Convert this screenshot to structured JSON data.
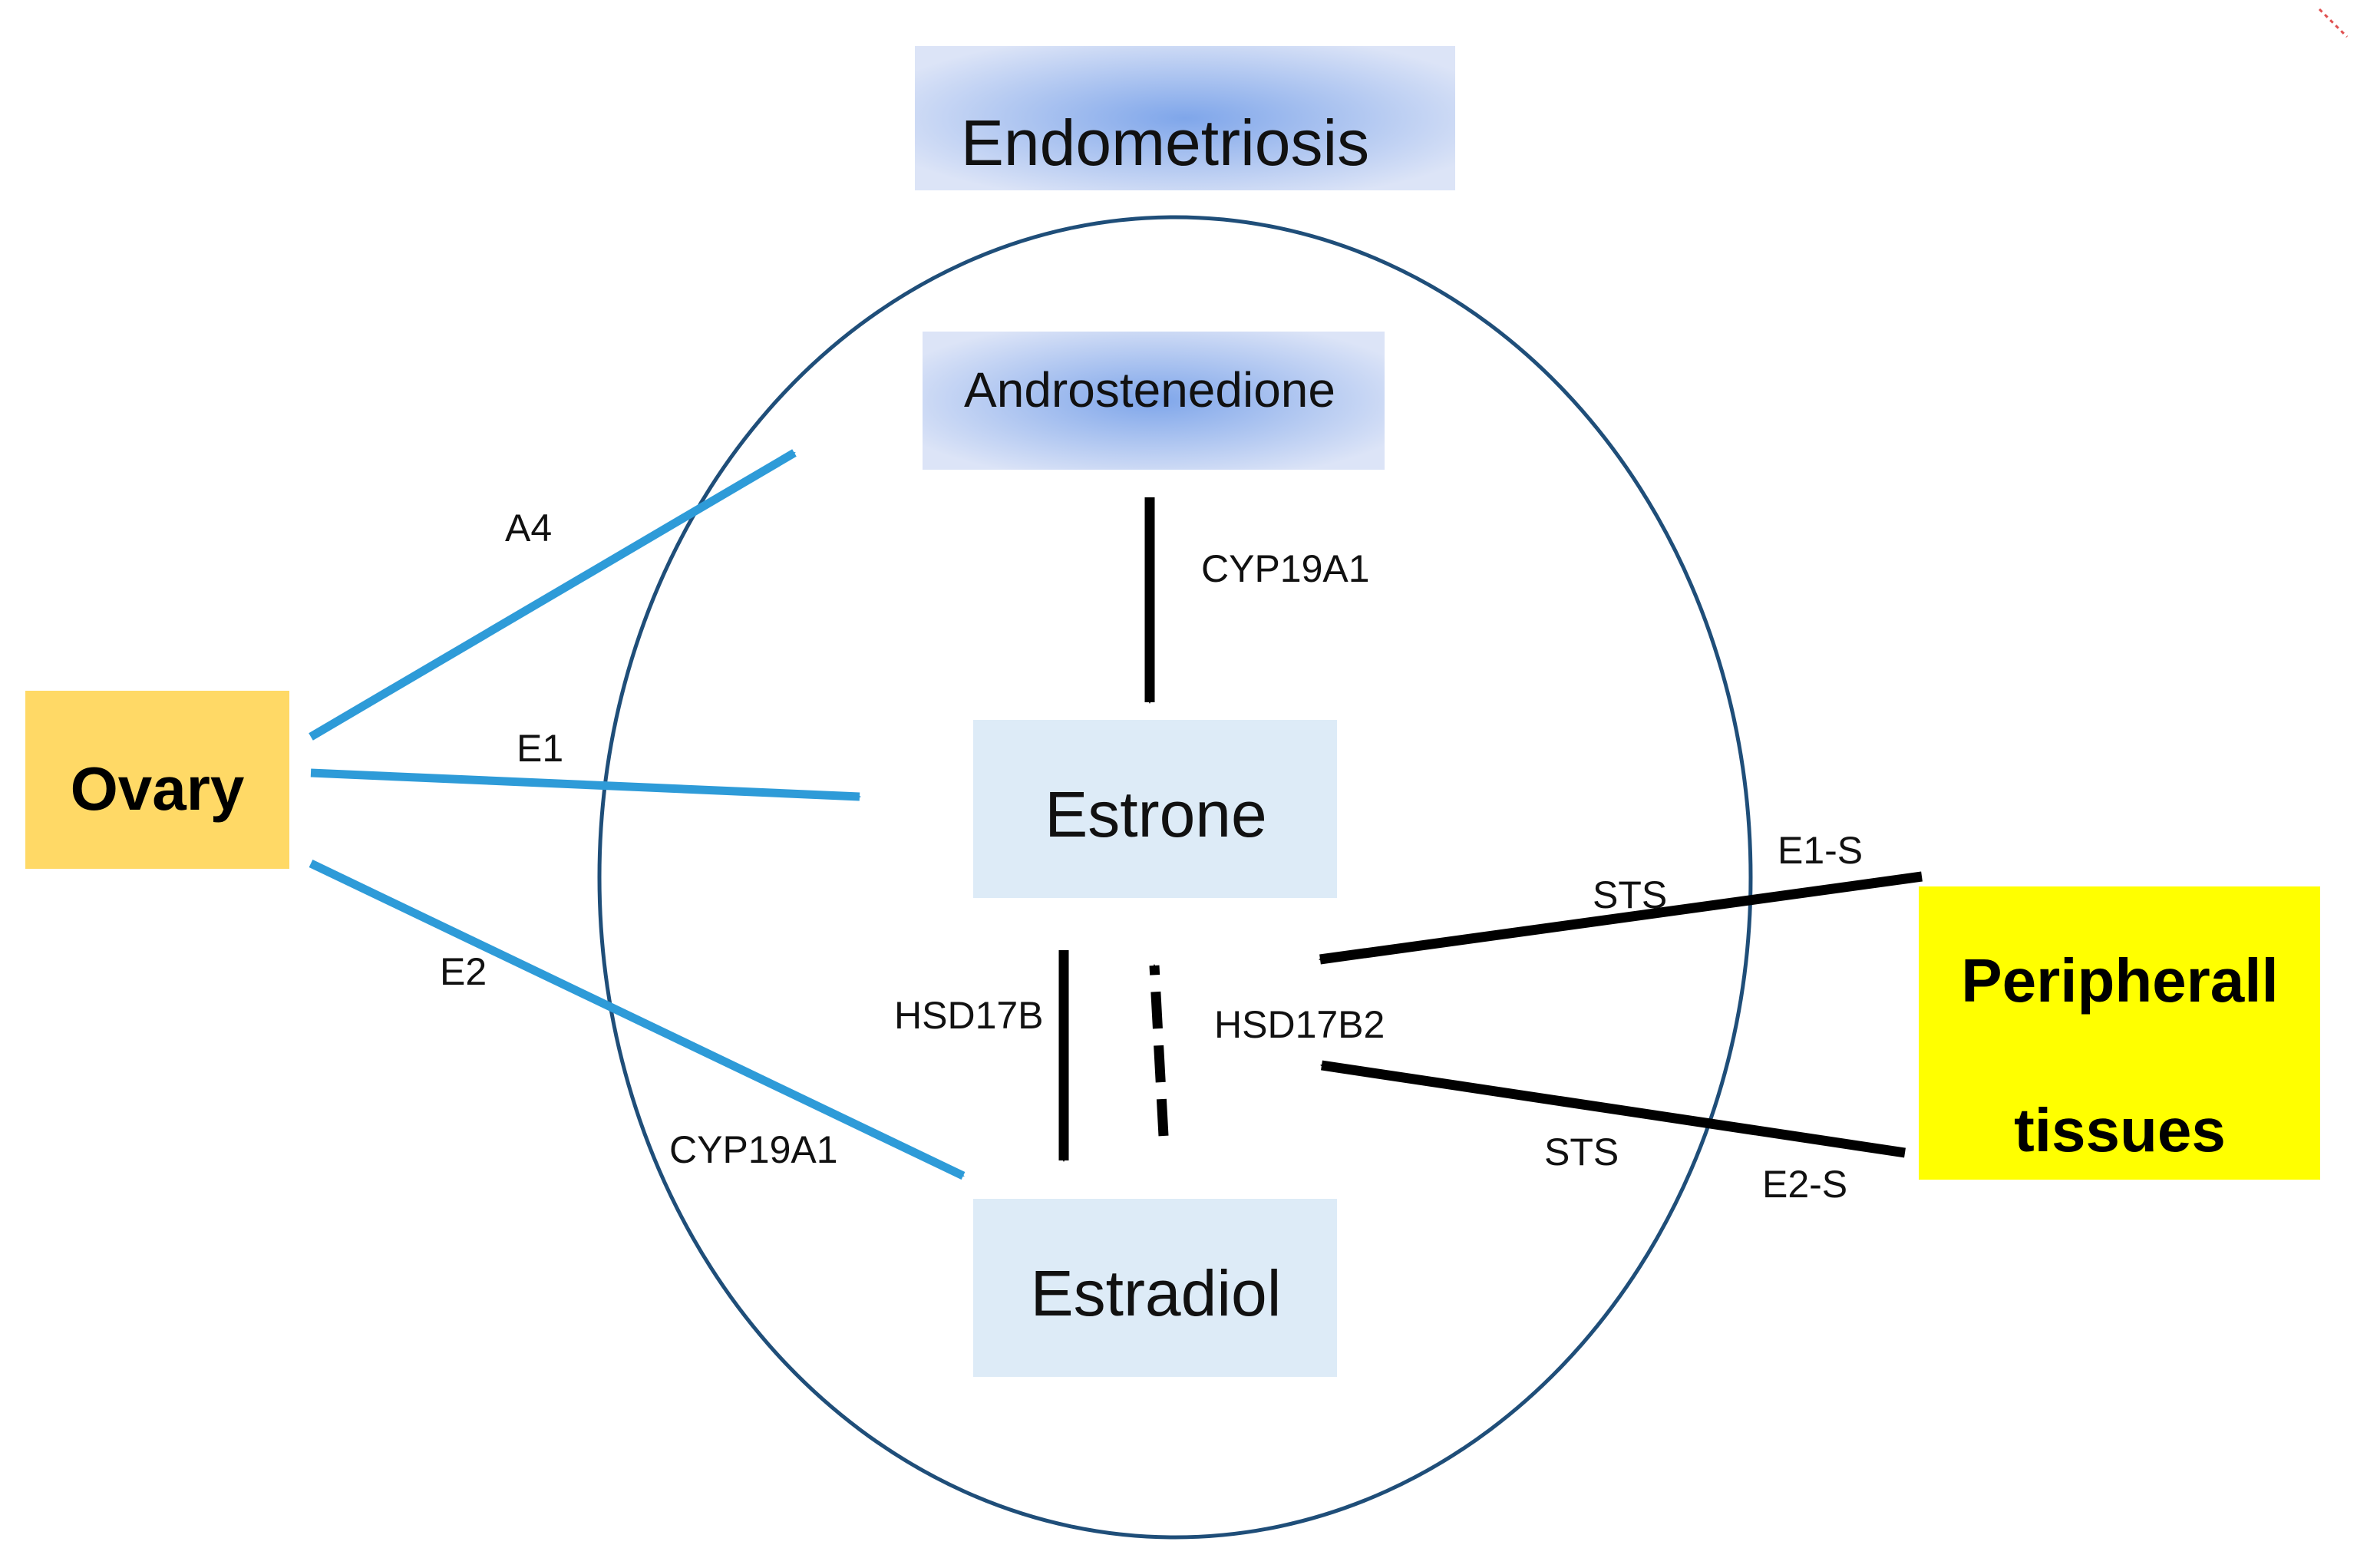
{
  "title": "Endometriosis",
  "nodes": {
    "androstenedione": "Androstenedione",
    "estrone": "Estrone",
    "estradiol": "Estradiol",
    "ovary": "Ovary",
    "peripheral_line1": "Peripherall",
    "peripheral_line2": "tissues"
  },
  "edge_labels": {
    "a4": "A4",
    "e1": "E1",
    "e2": "E2",
    "cyp19a1_top": "CYP19A1",
    "cyp19a1_left": "CYP19A1",
    "hsd17b": "HSD17B",
    "hsd17b2": "HSD17B2",
    "sts_top": "STS",
    "sts_bottom": "STS",
    "e1s": "E1-S",
    "e2s": "E2-S"
  },
  "colors": {
    "ovary_fill": "#FFD966",
    "peripheral_fill": "#FFFF00",
    "node_fill": "#DDEBF7",
    "gradient_center": "#7FA6EA",
    "gradient_edge": "#DCE4F7",
    "blue_arrow": "#2E9BD8",
    "black_arrow": "#000000",
    "ellipse_stroke": "#1F4E79"
  }
}
